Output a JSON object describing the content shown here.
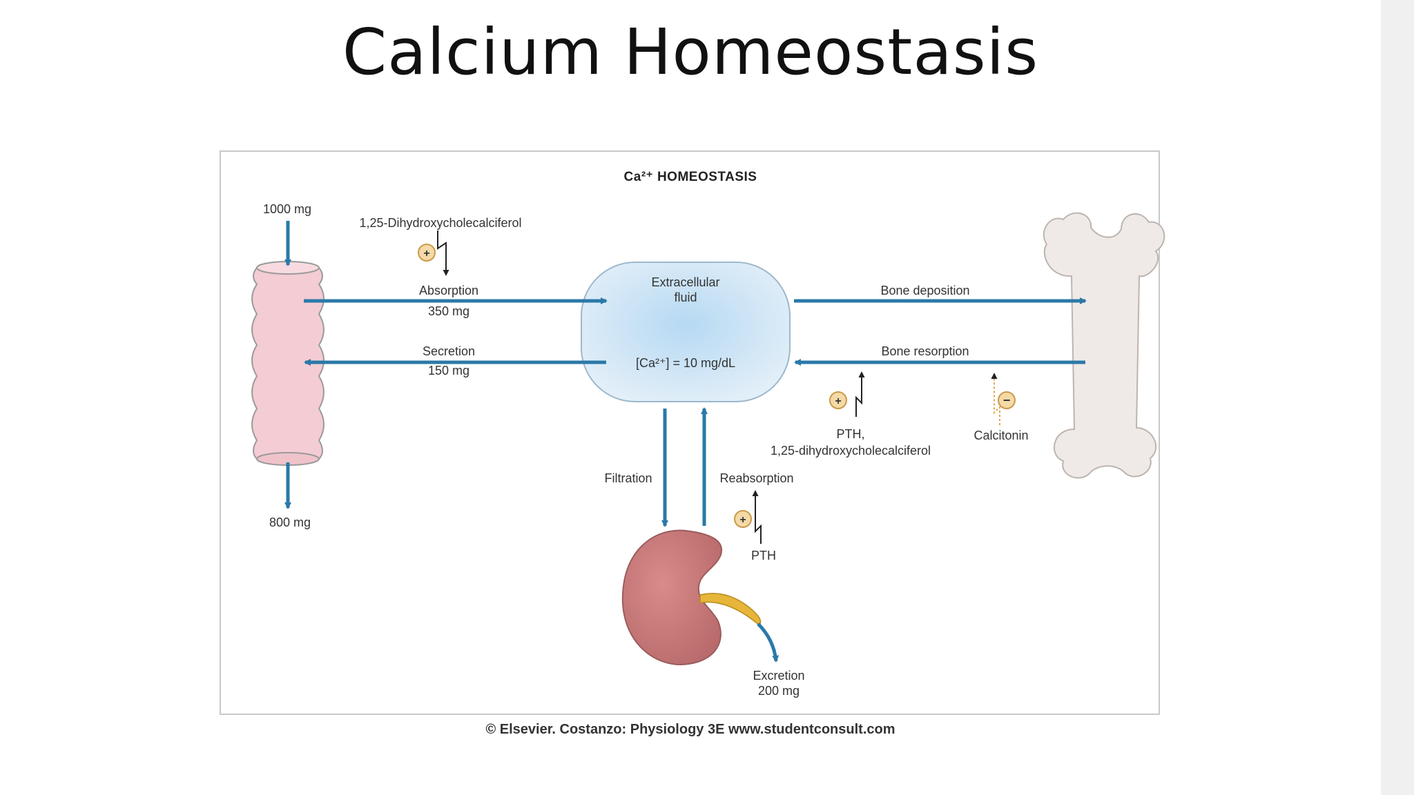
{
  "slide": {
    "title": "Calcium Homeostasis",
    "credit": "© Elsevier. Costanzo: Physiology 3E www.studentconsult.com"
  },
  "figure": {
    "title": "Ca²⁺ HOMEOSTASIS",
    "intake": "1000 mg",
    "fecal_output": "800 mg",
    "absorption_regulator": "1,25-Dihydroxycholecalciferol",
    "absorption_label": "Absorption",
    "absorption_amount": "350 mg",
    "secretion_label": "Secretion",
    "secretion_amount": "150 mg",
    "ecf_name_line1": "Extracellular",
    "ecf_name_line2": "fluid",
    "ecf_concentration": "[Ca²⁺] = 10 mg/dL",
    "bone_deposition": "Bone deposition",
    "bone_resorption": "Bone resorption",
    "resorption_regulator_line1": "PTH,",
    "resorption_regulator_line2": "1,25-dihydroxycholecalciferol",
    "calcitonin": "Calcitonin",
    "filtration": "Filtration",
    "reabsorption": "Reabsorption",
    "reabsorption_regulator": "PTH",
    "excretion_label": "Excretion",
    "excretion_amount": "200 mg",
    "stimulate_symbol": "+",
    "inhibit_symbol": "−"
  },
  "colors": {
    "arrow": "#2a79a8",
    "intestine": "#f4ccd3",
    "kidney": "#c9797a",
    "bone": "#efeae7",
    "ecf": "#cfe4f5",
    "ureter": "#e6b53a"
  }
}
